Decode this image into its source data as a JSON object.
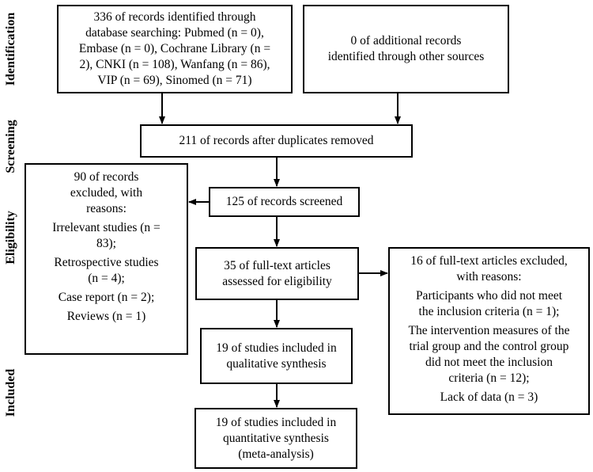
{
  "stages": {
    "identification": "Identification",
    "screening": "Screening",
    "eligibility": "Eligibility",
    "included": "Included"
  },
  "boxes": {
    "database_records": {
      "lines": [
        "336 of records identified through",
        "database searching: Pubmed (n = 0),",
        "Embase (n = 0), Cochrane Library (n =",
        "2), CNKI (n = 108), Wanfang (n = 86),",
        "VIP (n = 69), Sinomed (n = 71)"
      ]
    },
    "additional_records": {
      "lines": [
        "0 of additional records",
        "identified through other sources"
      ]
    },
    "after_duplicates": {
      "lines": [
        "211 of records after duplicates removed"
      ]
    },
    "records_excluded": {
      "lines": [
        "90 of records",
        "excluded, with",
        "reasons:",
        "Irrelevant studies (n =",
        "83);",
        "Retrospective studies",
        "(n = 4);",
        "Case report (n = 2);",
        "Reviews (n = 1)"
      ]
    },
    "records_screened": {
      "lines": [
        "125 of records screened"
      ]
    },
    "fulltext_assessed": {
      "lines": [
        "35 of full-text articles",
        "assessed for eligibility"
      ]
    },
    "fulltext_excluded": {
      "lines": [
        "16 of full-text articles excluded,",
        "with reasons:",
        "Participants who did not meet",
        "the inclusion criteria (n = 1);",
        "The intervention measures of the",
        "trial group and the control group",
        "did not meet the inclusion",
        "criteria (n = 12);",
        "Lack of data (n = 3)"
      ]
    },
    "qualitative": {
      "lines": [
        "19 of studies included in",
        "qualitative synthesis"
      ]
    },
    "quantitative": {
      "lines": [
        "19 of studies included in",
        "quantitative synthesis",
        "(meta-analysis)"
      ]
    }
  }
}
